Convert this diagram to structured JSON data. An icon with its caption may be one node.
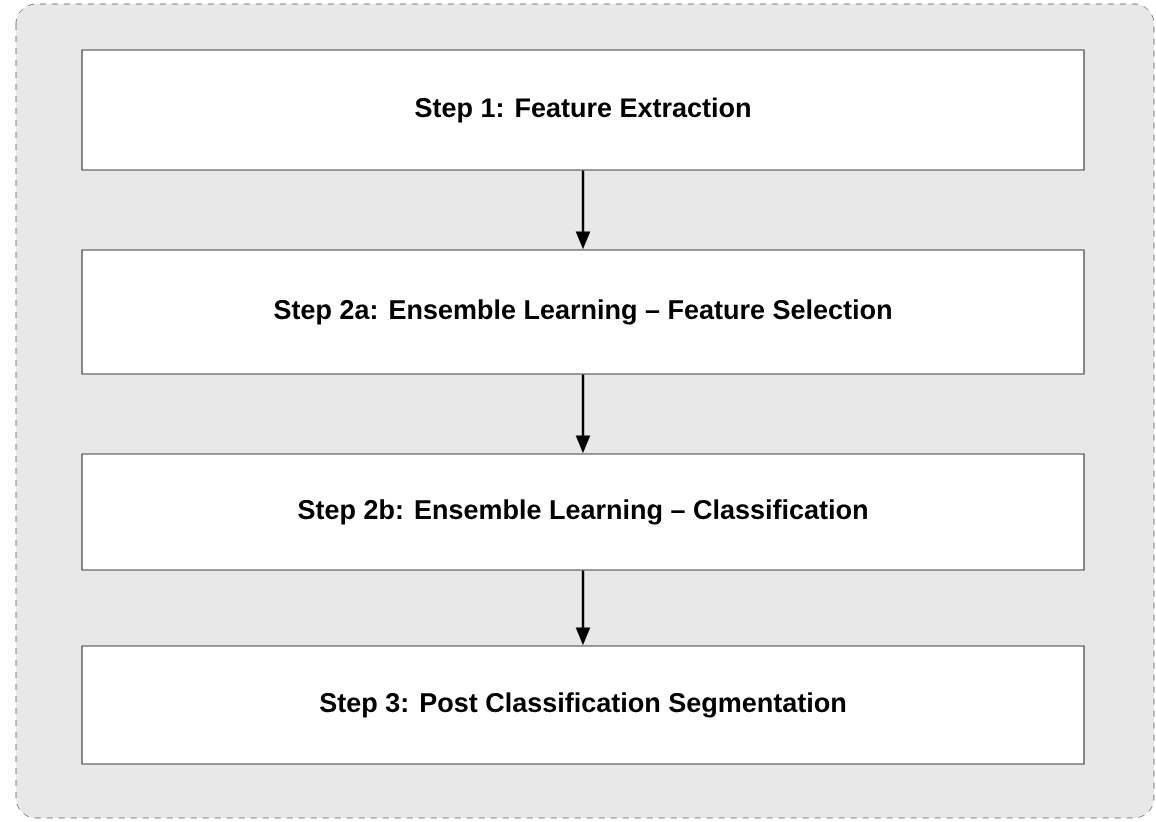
{
  "diagram": {
    "nodes": [
      {
        "text": [
          "Step 1: Feature Extraction"
        ]
      },
      {
        "text": [
          "Step 2a: Ensemble Learning – Feature Selection"
        ]
      },
      {
        "text": [
          "Step 2b: Ensemble Learning – Classification"
        ]
      },
      {
        "text": [
          "Step 3: Post Classification Segmentation"
        ]
      }
    ],
    "edges": [
      {
        "from": 0,
        "to": 1,
        "arrow": "to"
      },
      {
        "from": 1,
        "to": 2,
        "arrow": "to"
      },
      {
        "from": 2,
        "to": 3,
        "arrow": "to"
      }
    ]
  }
}
